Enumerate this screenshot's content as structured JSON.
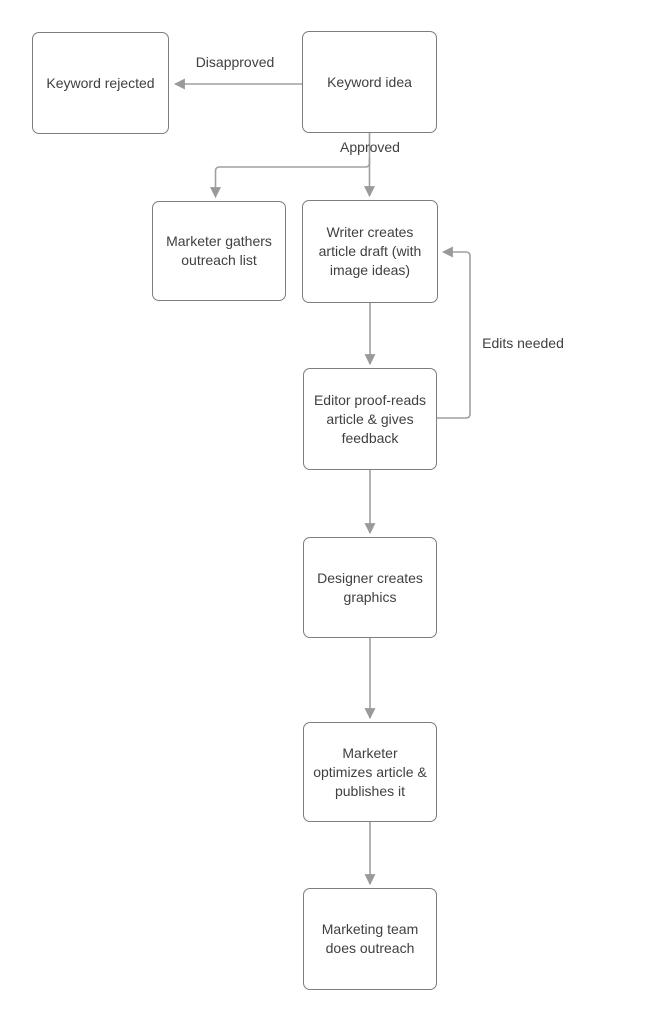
{
  "diagram": {
    "nodes": {
      "keyword_rejected": {
        "label": "Keyword rejected"
      },
      "keyword_idea": {
        "label": "Keyword idea"
      },
      "marketer_gathers": {
        "label": "Marketer gathers\noutreach list"
      },
      "writer_creates": {
        "label": "Writer creates\narticle draft (with\nimage ideas)"
      },
      "editor_proofreads": {
        "label": "Editor proof-reads\narticle & gives\nfeedback"
      },
      "designer_creates": {
        "label": "Designer creates\ngraphics"
      },
      "marketer_optimizes": {
        "label": "Marketer\noptimizes article &\npublishes it"
      },
      "marketing_outreach": {
        "label": "Marketing team\ndoes outreach"
      }
    },
    "edge_labels": {
      "disapproved": "Disapproved",
      "approved": "Approved",
      "edits_needed": "Edits needed"
    },
    "colors": {
      "node_border": "#7d7d7d",
      "connector": "#a0a0a0",
      "arrowhead": "#9a9a9a",
      "text": "#404040",
      "background": "#ffffff"
    }
  }
}
